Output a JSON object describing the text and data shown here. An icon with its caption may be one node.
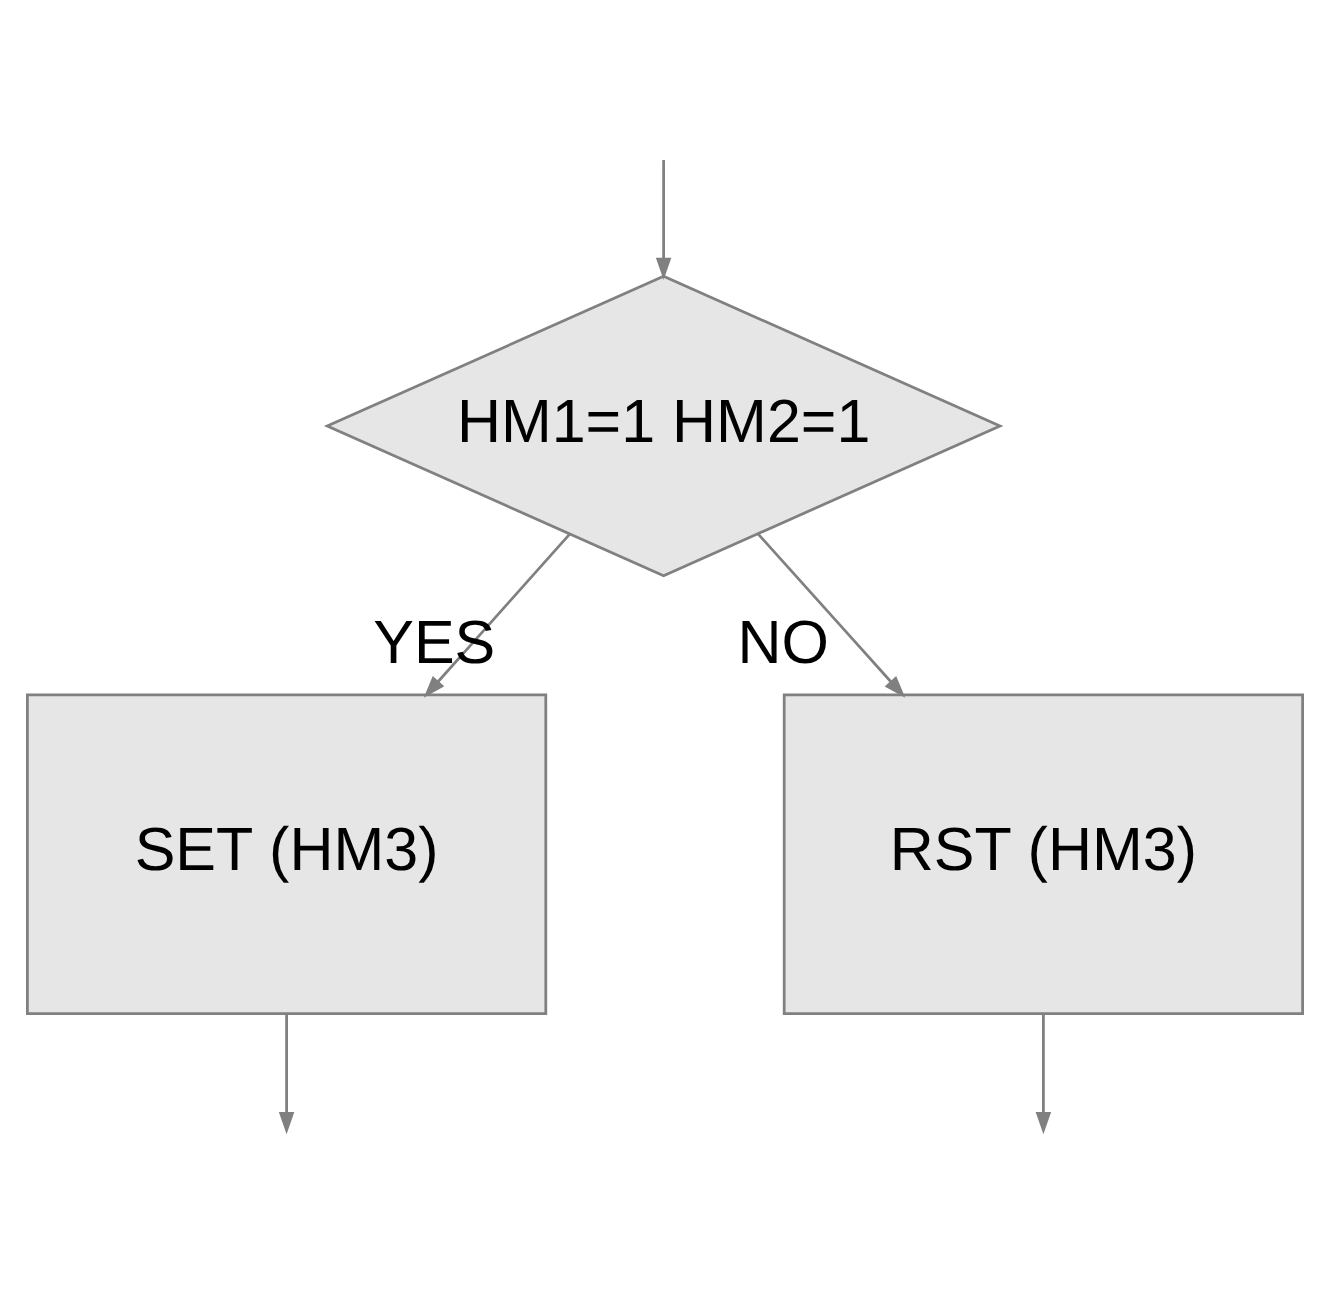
{
  "diagram": {
    "nodes": [
      {
        "text": [
          "HM1=1 HM2=1"
        ]
      },
      {
        "text": [
          "SET (HM3)"
        ]
      },
      {
        "text": [
          "RST (HM3)"
        ]
      }
    ],
    "edges": [
      {
        "from": null,
        "to": 0,
        "arrow": "to"
      },
      {
        "from": 0,
        "to": 1,
        "arrow": "to",
        "label": "YES"
      },
      {
        "from": 0,
        "to": 2,
        "arrow": "to",
        "label": "NO"
      },
      {
        "from": 1,
        "to": null,
        "arrow": "to"
      },
      {
        "from": 2,
        "to": null,
        "arrow": "to"
      }
    ]
  }
}
